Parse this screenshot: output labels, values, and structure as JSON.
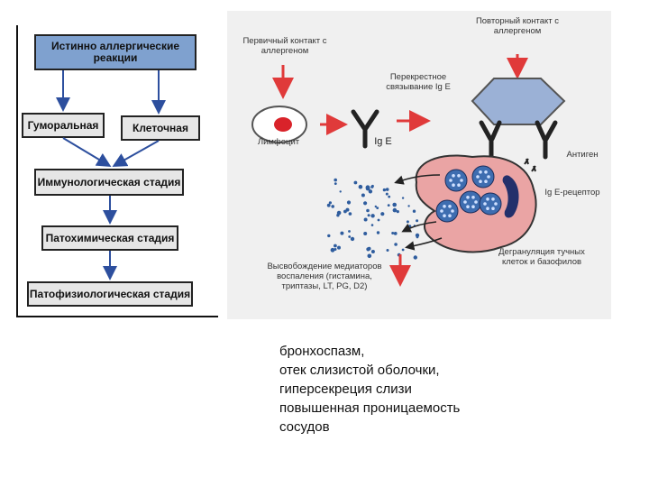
{
  "flowchart": {
    "title": "Истинно аллергические реакции",
    "branch_left": "Гуморальная",
    "branch_right": "Клеточная",
    "stage1": "Иммунологическая стадия",
    "stage2": "Патохимическая стадия",
    "stage3": "Патофизиологическая стадия"
  },
  "mechanism": {
    "primary_contact": "Первичный контакт с аллергеном",
    "lymphocyte": "Лимфоцит",
    "ige": "Ig E",
    "cross_linking": "Перекрестное связывание Ig E",
    "repeat_contact": "Повторный контакт с аллергеном",
    "antigen": "Антиген",
    "ige_receptor": "Ig E-рецептор",
    "mediator_release": "Высвобождение медиаторов воспаления (гистамина, триптазы, LT, PG, D2)",
    "degranulation": "Дегрануляция тучных клеток и базофилов"
  },
  "results": [
    "бронхоспазм,",
    "отек слизистой оболочки,",
    "гиперсекреция слизи",
    "повышенная проницаемость",
    "сосудов"
  ],
  "colors": {
    "title_box": "#7fa1cf",
    "stage_box": "#e6e6e6",
    "arrow_blue": "#2d4f9e",
    "arrow_red": "#e03a3a",
    "mechanism_bg": "#f0f0f0",
    "cell_pink": "#eaa4a4",
    "antigen": "#9bb1d6",
    "granule": "#3e6db0",
    "dots": "#2f5d9e"
  }
}
